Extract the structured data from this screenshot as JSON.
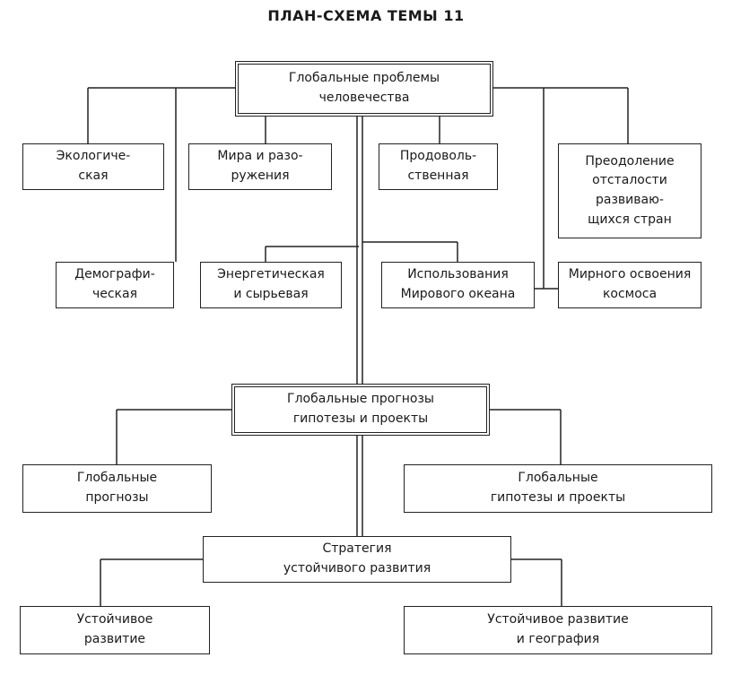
{
  "title": "ПЛАН-СХЕМА ТЕМЫ 11",
  "main": {
    "line1": "Глобальные проблемы",
    "line2": "человечества"
  },
  "problems": {
    "ecological": {
      "line1": "Экологиче-",
      "line2": "ская"
    },
    "peace": {
      "line1": "Мира и разо-",
      "line2": "ружения"
    },
    "food": {
      "line1": "Продоволь-",
      "line2": "ственная"
    },
    "backwardness": {
      "line1": "Преодоление",
      "line2": "отсталости",
      "line3": "развиваю-",
      "line4": "щихся стран"
    },
    "demographic": {
      "line1": "Демографи-",
      "line2": "ческая"
    },
    "energy": {
      "line1": "Энергетическая",
      "line2": "и сырьевая"
    },
    "ocean": {
      "line1": "Использования",
      "line2": "Мирового океана"
    },
    "space": {
      "line1": "Мирного освоения",
      "line2": "космоса"
    }
  },
  "forecasts": {
    "line1": "Глобальные прогнозы",
    "line2": "гипотезы и проекты"
  },
  "forecasts_left": {
    "line1": "Глобальные",
    "line2": "прогнозы"
  },
  "forecasts_right": {
    "line1": "Глобальные",
    "line2": "гипотезы и проекты"
  },
  "strategy": {
    "line1": "Стратегия",
    "line2": "устойчивого развития"
  },
  "strategy_left": {
    "line1": "Устойчивое",
    "line2": "развитие"
  },
  "strategy_right": {
    "line1": "Устойчивое развитие",
    "line2": "и география"
  }
}
